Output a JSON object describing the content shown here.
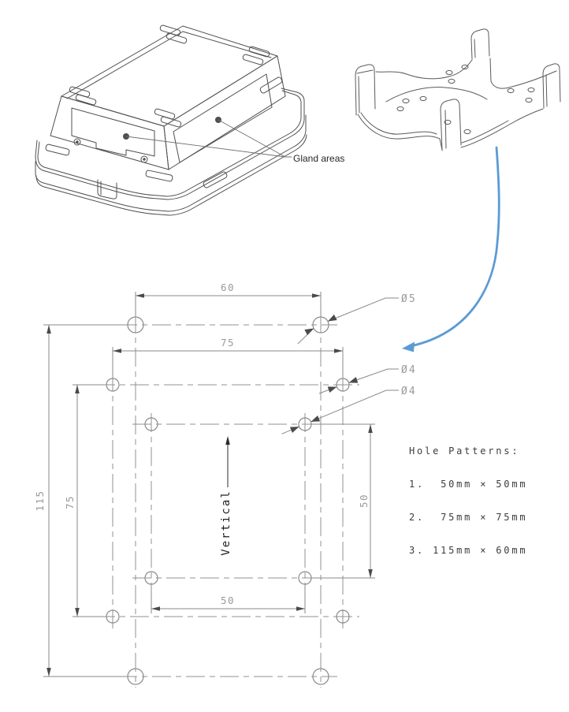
{
  "enclosure_view": {
    "label_gland_areas": "Gland areas"
  },
  "drawing": {
    "dim_60": "60",
    "dim_75_width": "75",
    "dim_115": "115",
    "dim_75_height": "75",
    "dim_50_height": "50",
    "dim_50_width": "50",
    "callout_dia5": "Ø5",
    "callout_dia4_mid": "Ø4",
    "callout_dia4_inner": "Ø4",
    "orientation_label": "Vertical"
  },
  "hole_patterns": {
    "title": "Hole Patterns:",
    "items": [
      "1.  50mm × 50mm",
      "2.  75mm × 75mm",
      "3. 115mm × 60mm"
    ]
  },
  "colors": {
    "arrow_blue": "#5b9bd5",
    "dim_line_gray": "#8a8a8a",
    "outline_gray": "#4f4f4f",
    "dim_text_gray": "#9a9a9a",
    "note_text": "#3d3d3d"
  }
}
